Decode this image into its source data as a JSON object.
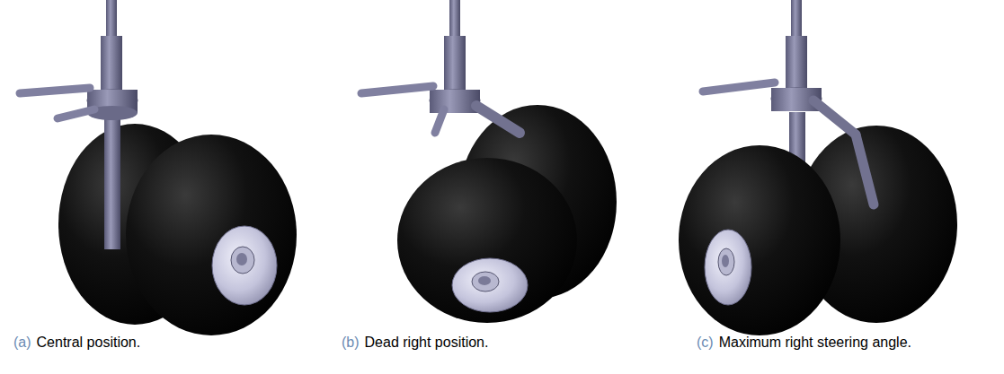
{
  "diagram": {
    "labels": [
      "(a)",
      "Central position.",
      "(b)",
      "Dead right position.",
      "(c)",
      "Maximum right steering angle."
    ]
  }
}
